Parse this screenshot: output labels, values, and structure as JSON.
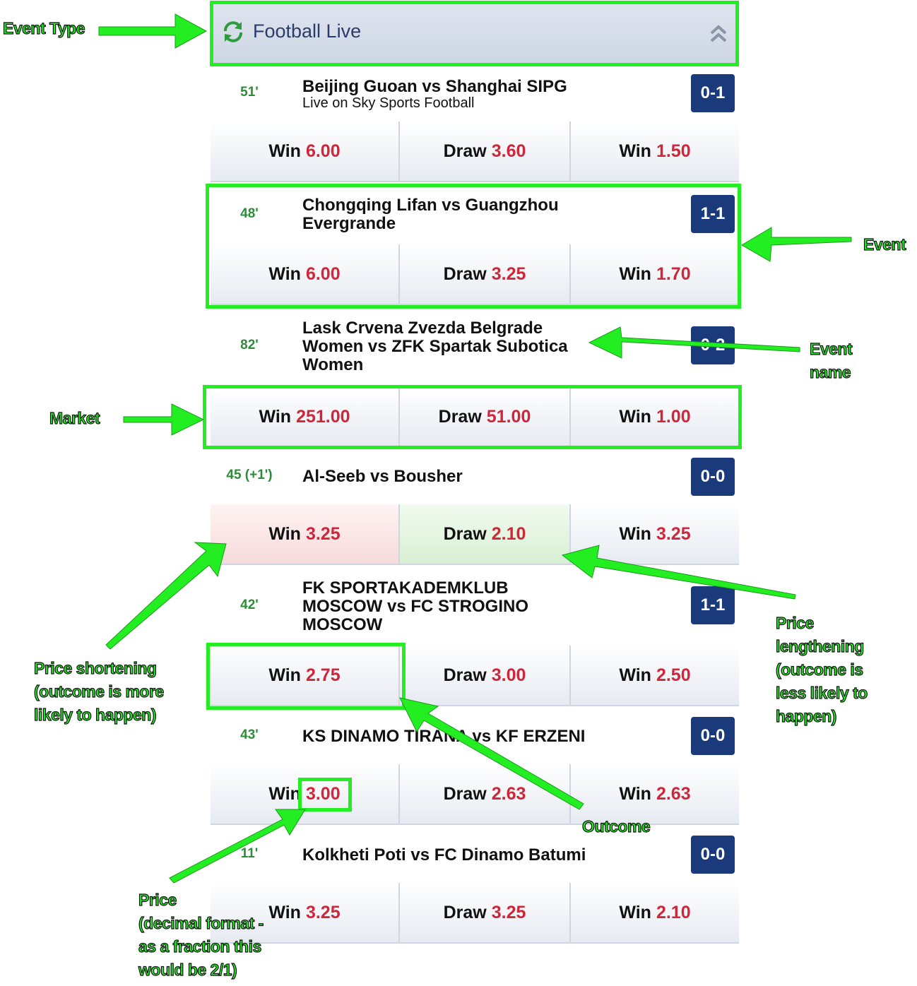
{
  "header": {
    "title": "Football Live"
  },
  "events": [
    {
      "minute": "51'",
      "name": "Beijing Guoan vs Shanghai SIPG",
      "subtitle": "Live on Sky Sports Football",
      "score": "0-1",
      "outcomes": [
        {
          "label": "Win",
          "price": "6.00"
        },
        {
          "label": "Draw",
          "price": "3.60"
        },
        {
          "label": "Win",
          "price": "1.50"
        }
      ]
    },
    {
      "minute": "48'",
      "name": "Chongqing Lifan vs Guangzhou Evergrande",
      "score": "1-1",
      "outcomes": [
        {
          "label": "Win",
          "price": "6.00"
        },
        {
          "label": "Draw",
          "price": "3.25"
        },
        {
          "label": "Win",
          "price": "1.70"
        }
      ]
    },
    {
      "minute": "82'",
      "name": "Lask Crvena Zvezda Belgrade Women vs ZFK Spartak Subotica Women",
      "score": "0-2",
      "outcomes": [
        {
          "label": "Win",
          "price": "251.00"
        },
        {
          "label": "Draw",
          "price": "51.00"
        },
        {
          "label": "Win",
          "price": "1.00"
        }
      ]
    },
    {
      "minute": "45 (+1')",
      "name": "Al-Seeb vs Bousher",
      "score": "0-0",
      "outcomes": [
        {
          "label": "Win",
          "price": "3.25"
        },
        {
          "label": "Draw",
          "price": "2.10"
        },
        {
          "label": "Win",
          "price": "3.25"
        }
      ]
    },
    {
      "minute": "42'",
      "name": "FK SPORTAKADEMKLUB MOSCOW vs FC STROGINO MOSCOW",
      "score": "1-1",
      "outcomes": [
        {
          "label": "Win",
          "price": "2.75"
        },
        {
          "label": "Draw",
          "price": "3.00"
        },
        {
          "label": "Win",
          "price": "2.50"
        }
      ]
    },
    {
      "minute": "43'",
      "name": "KS DINAMO TIRANA vs KF ERZENI",
      "score": "0-0",
      "outcomes": [
        {
          "label": "Win",
          "price": "3.00"
        },
        {
          "label": "Draw",
          "price": "2.63"
        },
        {
          "label": "Win",
          "price": "2.63"
        }
      ]
    },
    {
      "minute": "11'",
      "name": "Kolkheti Poti vs FC Dinamo Batumi",
      "score": "0-0",
      "outcomes": [
        {
          "label": "Win",
          "price": "3.25"
        },
        {
          "label": "Draw",
          "price": "3.25"
        },
        {
          "label": "Win",
          "price": "2.10"
        }
      ]
    }
  ],
  "annotations": {
    "event_type": "Event Type",
    "event": "Event",
    "event_name_1": "Event",
    "event_name_2": "name",
    "market": "Market",
    "shortening_1": "Price shortening",
    "shortening_2": "(outcome is more",
    "shortening_3": "likely to happen)",
    "lengthening_1": "Price",
    "lengthening_2": "lengthening",
    "lengthening_3": "(outcome is",
    "lengthening_4": "less likely to",
    "lengthening_5": "happen)",
    "outcome": "Outcome",
    "price_1": "Price",
    "price_2": "(decimal format -",
    "price_3": "as a fraction this",
    "price_4": "would be 2/1)"
  },
  "colors": {
    "accent_green": "#22ee22",
    "price_red": "#d0263a",
    "score_bg": "#1a3a7c",
    "minute_green": "#2e8b3a"
  }
}
